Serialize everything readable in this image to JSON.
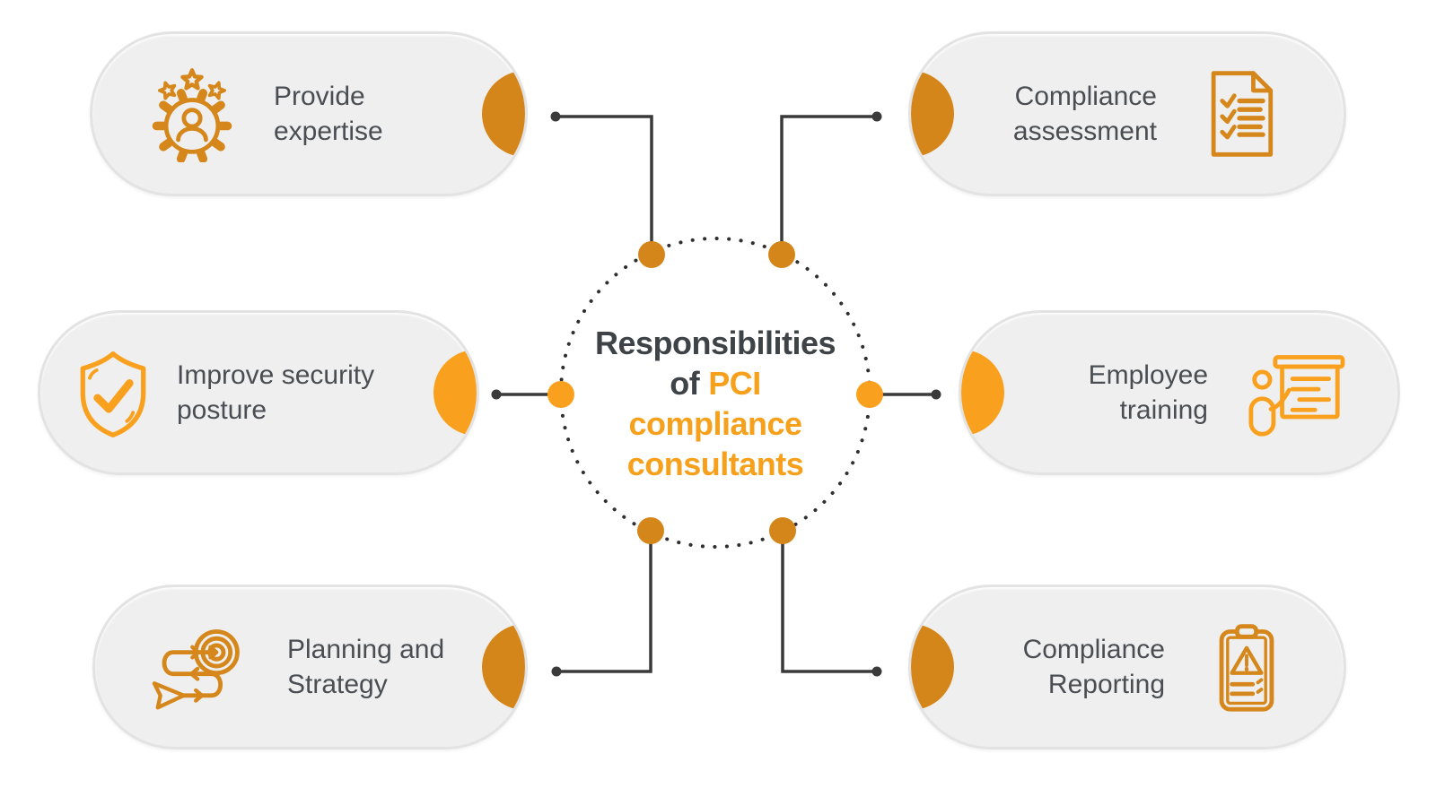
{
  "title": {
    "line1": "Responsibilities",
    "line2_prefix": "of",
    "line2_highlight": "PCI",
    "line3": "compliance",
    "line4": "consultants"
  },
  "colors": {
    "accent_bright": "#F9A11E",
    "accent_dark": "#D5861B",
    "title_dark": "#3E4347",
    "title_orange": "#F6A01C",
    "label_text": "#4A4E52",
    "connector_line": "#3A3A3A",
    "pill_background": "#EFEFEF",
    "pill_border": "#E3E3E3"
  },
  "nodes": [
    {
      "id": "provide-expertise",
      "icon": "expertise-gear-icon",
      "lines": [
        "Provide",
        "expertise"
      ]
    },
    {
      "id": "compliance-assessment",
      "icon": "assessment-checklist-icon",
      "lines": [
        "Compliance",
        "assessment"
      ]
    },
    {
      "id": "improve-security-posture",
      "icon": "security-shield-icon",
      "lines": [
        "Improve security",
        "posture"
      ]
    },
    {
      "id": "employee-training",
      "icon": "training-presentation-icon",
      "lines": [
        "Employee",
        "training"
      ]
    },
    {
      "id": "planning-strategy",
      "icon": "planning-target-icon",
      "lines": [
        "Planning and",
        "Strategy"
      ]
    },
    {
      "id": "compliance-reporting",
      "icon": "reporting-clipboard-icon",
      "lines": [
        "Compliance",
        "Reporting"
      ]
    }
  ]
}
